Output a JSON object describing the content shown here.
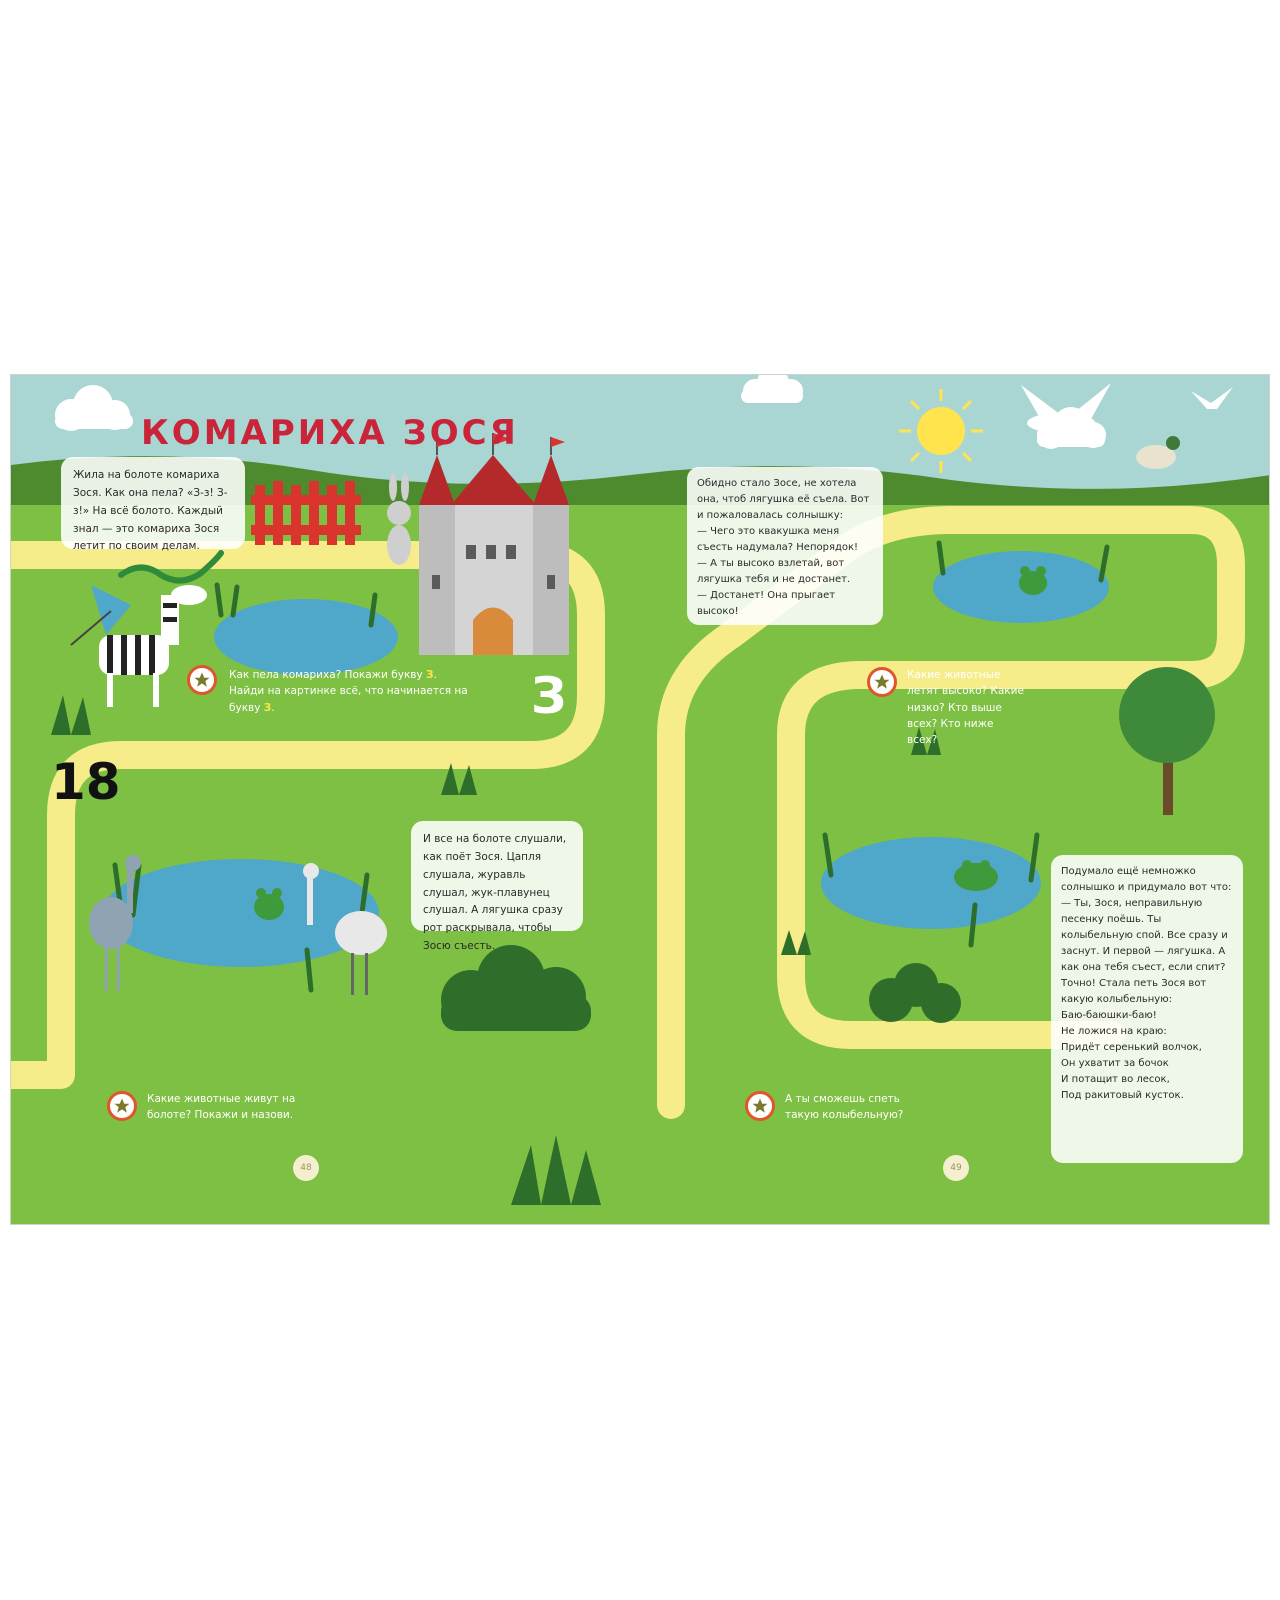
{
  "title": "КОМАРИХА ЗОСЯ",
  "texts": {
    "intro": "Жила на болоте комариха Зося. Как она пела? «З-з! З-з!» На всё болото. Каждый знал — это комариха Зося летит по своим делам.",
    "heard": "И все на болоте слушали, как поёт Зося. Цапля слушала, журавль слушал, жук-плавунец слушал. А лягушка сразу рот раскрывала, чтобы Зосю съесть.",
    "offended": [
      "Обидно стало Зосе, не хотела она, чтоб лягушка её съела. Вот и пожаловалась солнышку:",
      "— Чего это квакушка меня съесть надумала? Непорядок!",
      "— А ты высоко взлетай, вот лягушка тебя и не достанет.",
      "— Достанет! Она прыгает высоко!"
    ],
    "lullaby": [
      "Подумало ещё немножко солнышко и придумало вот что:",
      "— Ты, Зося, неправильную песенку поёшь. Ты колыбельную спой. Все сразу и заснут. И первой — лягушка. А как она тебя съест, если спит?",
      "Точно! Стала петь Зося вот какую колыбельную:",
      "Баю-баюшки-баю!",
      "Не ложися на краю:",
      "Придёт серенький волчок,",
      "Он ухватит за бочок",
      "И потащит во лесок,",
      "Под ракитовый кусток."
    ]
  },
  "questions": {
    "q1_part1": "Как пела комариха? Покажи букву ",
    "q1_letter1": "З",
    "q1_part2": ". Найди на картинке всё, что начинается на букву ",
    "q1_letter2": "З",
    "q1_part3": ".",
    "q2": "Какие животные летят высоко? Какие низко? Кто выше всех? Кто ниже всех?",
    "q3": "Какие животные живут на болоте? Покажи и назови.",
    "q4": "А ты сможешь спеть такую колыбельную?"
  },
  "big_numbers": {
    "eighteen": "18",
    "letter_z": "З"
  },
  "page_numbers": {
    "left": "48",
    "right": "49"
  },
  "icons": {
    "badge": "star-badge-icon"
  },
  "colors": {
    "sky": "#a9d6d2",
    "hills": "#4e8b2e",
    "grass": "#7ec043",
    "path": "#f7ec8a",
    "title": "#c9243a",
    "water": "#4fa7c9",
    "badge_ring": "#e0562b",
    "badge_star": "#7a7a2a"
  }
}
